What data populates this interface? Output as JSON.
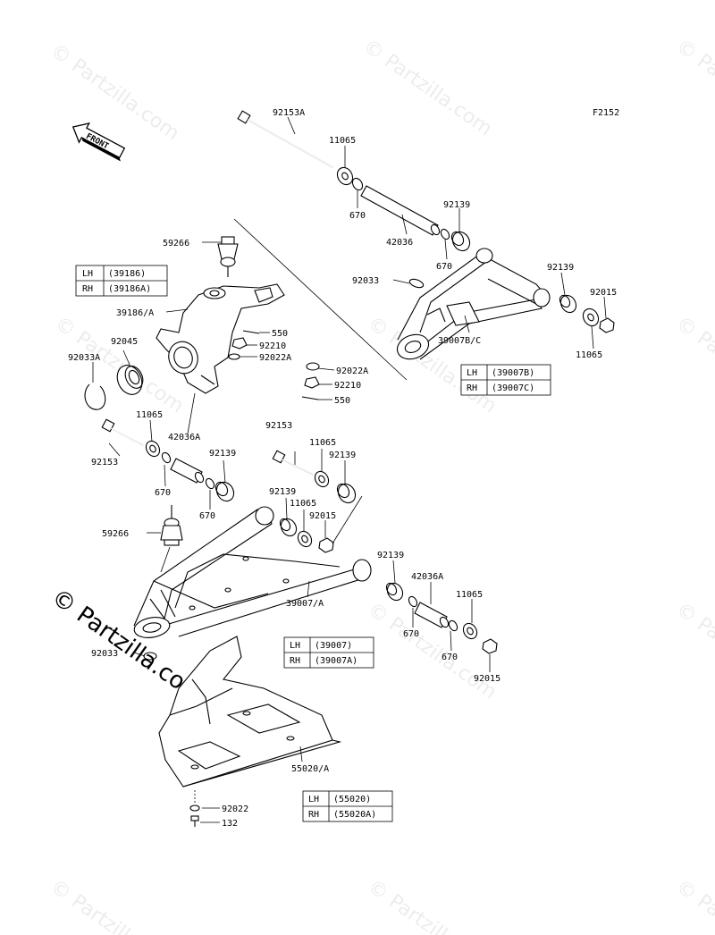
{
  "figure_id": "F2152",
  "front_label": "FRONT",
  "watermark": "© Partzilla.com",
  "labels": {
    "bolt_top": "92153A",
    "washer_top": "11065",
    "ring_top1": "670",
    "sleeve_top": "42036",
    "bush_top1": "92139",
    "ring_top2": "670",
    "ring_top_clip": "92033",
    "bush_top2": "92139",
    "nut_top": "92015",
    "washer_top2": "11065",
    "upper_arm": "39007B/C",
    "balljoint_top": "59266",
    "knuckle": "39186/A",
    "pin1": "550",
    "nut_castle1": "92210",
    "washer_k1": "92022A",
    "washer_k2": "92022A",
    "nut_castle2": "92210",
    "pin2": "550",
    "bearing": "92045",
    "circlip": "92033A",
    "bolt_mid": "92153",
    "washer_mid": "11065",
    "sleeve_mid": "42036A",
    "bush_mid1": "92139",
    "ring_mid1": "670",
    "ring_mid2": "670",
    "bolt_lower": "92153",
    "washer_lower": "11065",
    "bush_lower1": "92139",
    "bush_lower2": "92139",
    "washer_lower2": "11065",
    "nut_lower": "92015",
    "balljoint_bottom": "59266",
    "lower_arm": "39007/A",
    "bush_right": "92139",
    "sleeve_right": "42036A",
    "washer_right": "11065",
    "ring_right1": "670",
    "ring_right2": "670",
    "nut_right": "92015",
    "clip_bottom": "92033",
    "skid_plate": "55020/A",
    "washer_bottom": "92022",
    "bolt_bottom": "132"
  },
  "tables": {
    "knuckle": [
      {
        "side": "LH",
        "part": "(39186)"
      },
      {
        "side": "RH",
        "part": "(39186A)"
      }
    ],
    "upper_arm": [
      {
        "side": "LH",
        "part": "(39007B)"
      },
      {
        "side": "RH",
        "part": "(39007C)"
      }
    ],
    "lower_arm": [
      {
        "side": "LH",
        "part": "(39007)"
      },
      {
        "side": "RH",
        "part": "(39007A)"
      }
    ],
    "skid_plate": [
      {
        "side": "LH",
        "part": "(55020)"
      },
      {
        "side": "RH",
        "part": "(55020A)"
      }
    ]
  }
}
